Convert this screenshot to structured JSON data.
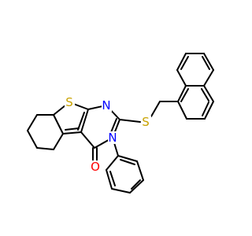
{
  "molecule": {
    "atoms": [
      {
        "id": "s-thiophene",
        "symbol": "S",
        "color": "#c8a200"
      },
      {
        "id": "n1",
        "symbol": "N",
        "color": "#0000ff"
      },
      {
        "id": "s-thioether",
        "symbol": "S",
        "color": "#c8a200"
      },
      {
        "id": "n3",
        "symbol": "N",
        "color": "#0000ff"
      },
      {
        "id": "o-carbonyl",
        "symbol": "O",
        "color": "#ff0000"
      }
    ],
    "bond_color": "#000000"
  }
}
